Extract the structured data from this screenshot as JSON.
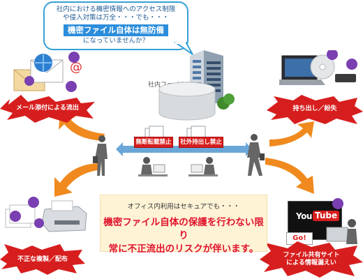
{
  "bubble": {
    "line1": "社内における機密情報へのアクセス制限",
    "line2": "や侵入対策は万全・・・でも・・・",
    "highlight": "機密ファイル自体は無防備",
    "line3": "になっていませんか？"
  },
  "server": {
    "label": "社内ファイルサーバー"
  },
  "risks": {
    "mail": "メール添付による流出",
    "takeout": "持ち出し／紛失",
    "copy": "不正な複製／配布",
    "sharing_line1": "ファイル共有サイト",
    "sharing_line2": "による情報漏えい"
  },
  "tags": {
    "no_transfer": "無断転載禁止",
    "no_takeout": "社外持出し禁止"
  },
  "message": {
    "sub": "オフィス内利用はセキュアでも・・・",
    "line1": "機密ファイル自体の保護を行わない限り",
    "line2": "常に不正流出のリスクが伴います。"
  },
  "sharing_site": {
    "logo_you": "You",
    "logo_tube": "Tube",
    "go_button": "Go!"
  },
  "colors": {
    "accent_blue": "#2b8ddb",
    "alert_red": "#d71e1e",
    "arrow_orange": "#f08a1e",
    "message_bg": "#fff3d6"
  }
}
